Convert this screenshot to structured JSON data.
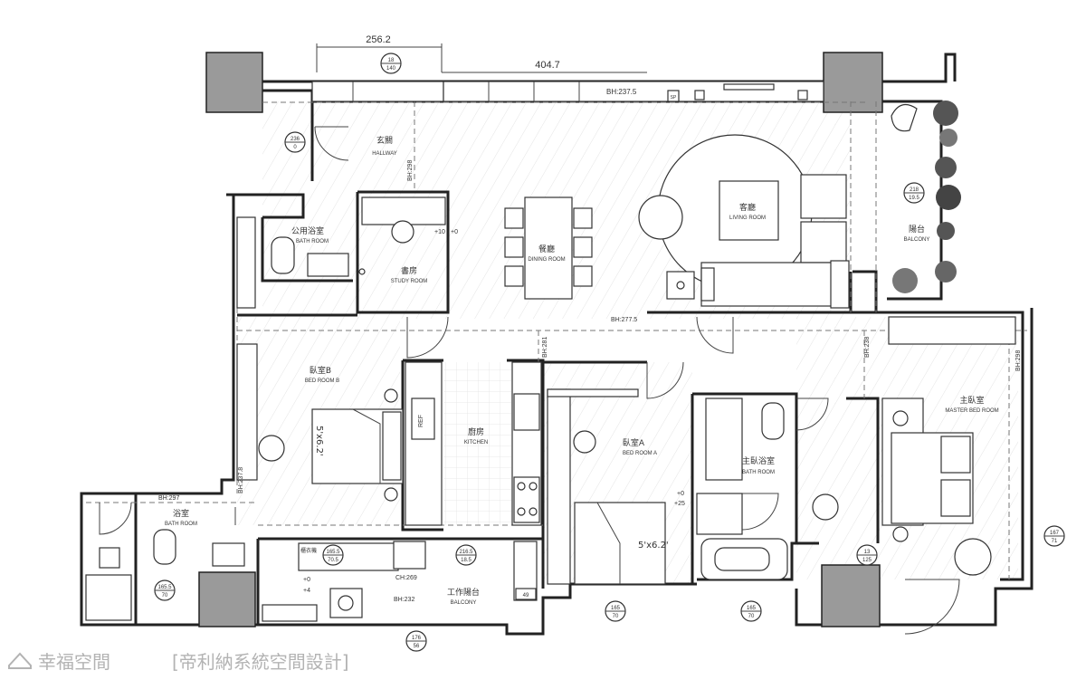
{
  "dimensions": {
    "top_left": "256.2",
    "top_mid": "404.7"
  },
  "beam_heights": {
    "bh1": "BH:237.5",
    "bh2": "BH:298",
    "bh3": "BH:277.5",
    "bh4": "BH:281",
    "bh5": "BH:238",
    "bh6": "BH:298",
    "bh7": "BH:237.8",
    "bh8": "BH:297",
    "bh9": "BH:232",
    "ch": "CH:269"
  },
  "tags": {
    "t1": [
      "18",
      "140"
    ],
    "t2": [
      "236",
      "0"
    ],
    "t3": [
      "218",
      "19.5"
    ],
    "t4": [
      "165.5",
      "70.5"
    ],
    "t5": [
      "216.5",
      "18.5"
    ],
    "t6": [
      "165.5",
      "70"
    ],
    "t7": [
      "165",
      "70"
    ],
    "t8": [
      "165",
      "70"
    ],
    "t9": [
      "13",
      "125"
    ],
    "t10": [
      "167",
      "71"
    ],
    "t11": [
      "176",
      "56"
    ]
  },
  "rooms": {
    "hallway": {
      "cn": "玄關",
      "en": "HALLWAY"
    },
    "public_bath": {
      "cn": "公用浴室",
      "en": "BATH ROOM"
    },
    "study": {
      "cn": "書房",
      "en": "STUDY ROOM"
    },
    "dining": {
      "cn": "餐廳",
      "en": "DINING ROOM"
    },
    "living": {
      "cn": "客廳",
      "en": "LIVING ROOM"
    },
    "balcony": {
      "cn": "陽台",
      "en": "BALCONY"
    },
    "bed_b": {
      "cn": "臥室B",
      "en": "BED ROOM B"
    },
    "kitchen": {
      "cn": "廚房",
      "en": "KITCHEN"
    },
    "bed_a": {
      "cn": "臥室A",
      "en": "BED ROOM A"
    },
    "master_bath": {
      "cn": "主臥浴室",
      "en": "BATH ROOM"
    },
    "master_bed": {
      "cn": "主臥室",
      "en": "MASTER BED ROOM"
    },
    "bath2": {
      "cn": "浴室",
      "en": "BATH ROOM"
    },
    "work_balcony": {
      "cn": "工作陽台",
      "en": "BALCONY"
    }
  },
  "labels": {
    "ref": "REF",
    "sp": "SP",
    "bed_size_b": "5'x6.2'",
    "bed_size_a": "5'x6.2'",
    "lvl_study": "+10",
    "lvl_study2": "+0",
    "lvl_bed_a": "+0",
    "lvl_bed_a2": "+25",
    "lvl_balc": "+0",
    "lvl_balc2": "+4",
    "cabinet": "櫃衣機",
    "tag_49": "49"
  },
  "watermark": {
    "brand": "幸福空間",
    "designer": "[帝利納系統空間設計]"
  }
}
